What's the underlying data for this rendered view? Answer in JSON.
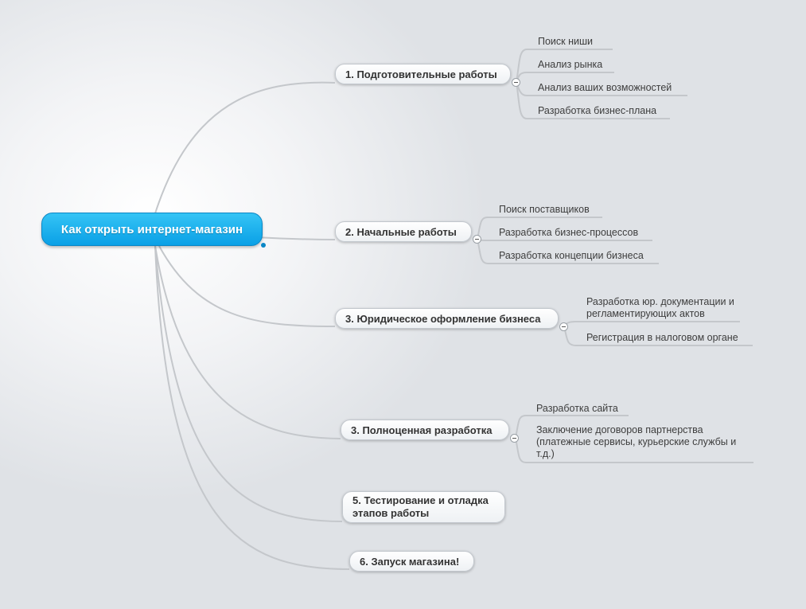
{
  "root": {
    "label": "Как открыть интернет-магазин"
  },
  "branches": [
    {
      "label": "1. Подготовительные работы",
      "leaves": [
        "Поиск ниши",
        "Анализ рынка",
        "Анализ ваших возможностей",
        "Разработка бизнес-плана"
      ]
    },
    {
      "label": "2. Начальные работы",
      "leaves": [
        "Поиск поставщиков",
        "Разработка бизнес-процессов",
        "Разработка концепции бизнеса"
      ]
    },
    {
      "label": "3. Юридическое оформление бизнеса",
      "leaves": [
        "Разработка юр. документации и регламентирующих актов",
        "Регистрация в налоговом органе"
      ]
    },
    {
      "label": "3. Полноценная разработка",
      "leaves": [
        "Разработка сайта",
        "Заключение договоров партнерства (платежные сервисы, курьерские службы и т.д.)"
      ]
    },
    {
      "label": "5. Тестирование и отладка этапов работы",
      "leaves": []
    },
    {
      "label": "6. Запуск магазина!",
      "leaves": []
    }
  ]
}
